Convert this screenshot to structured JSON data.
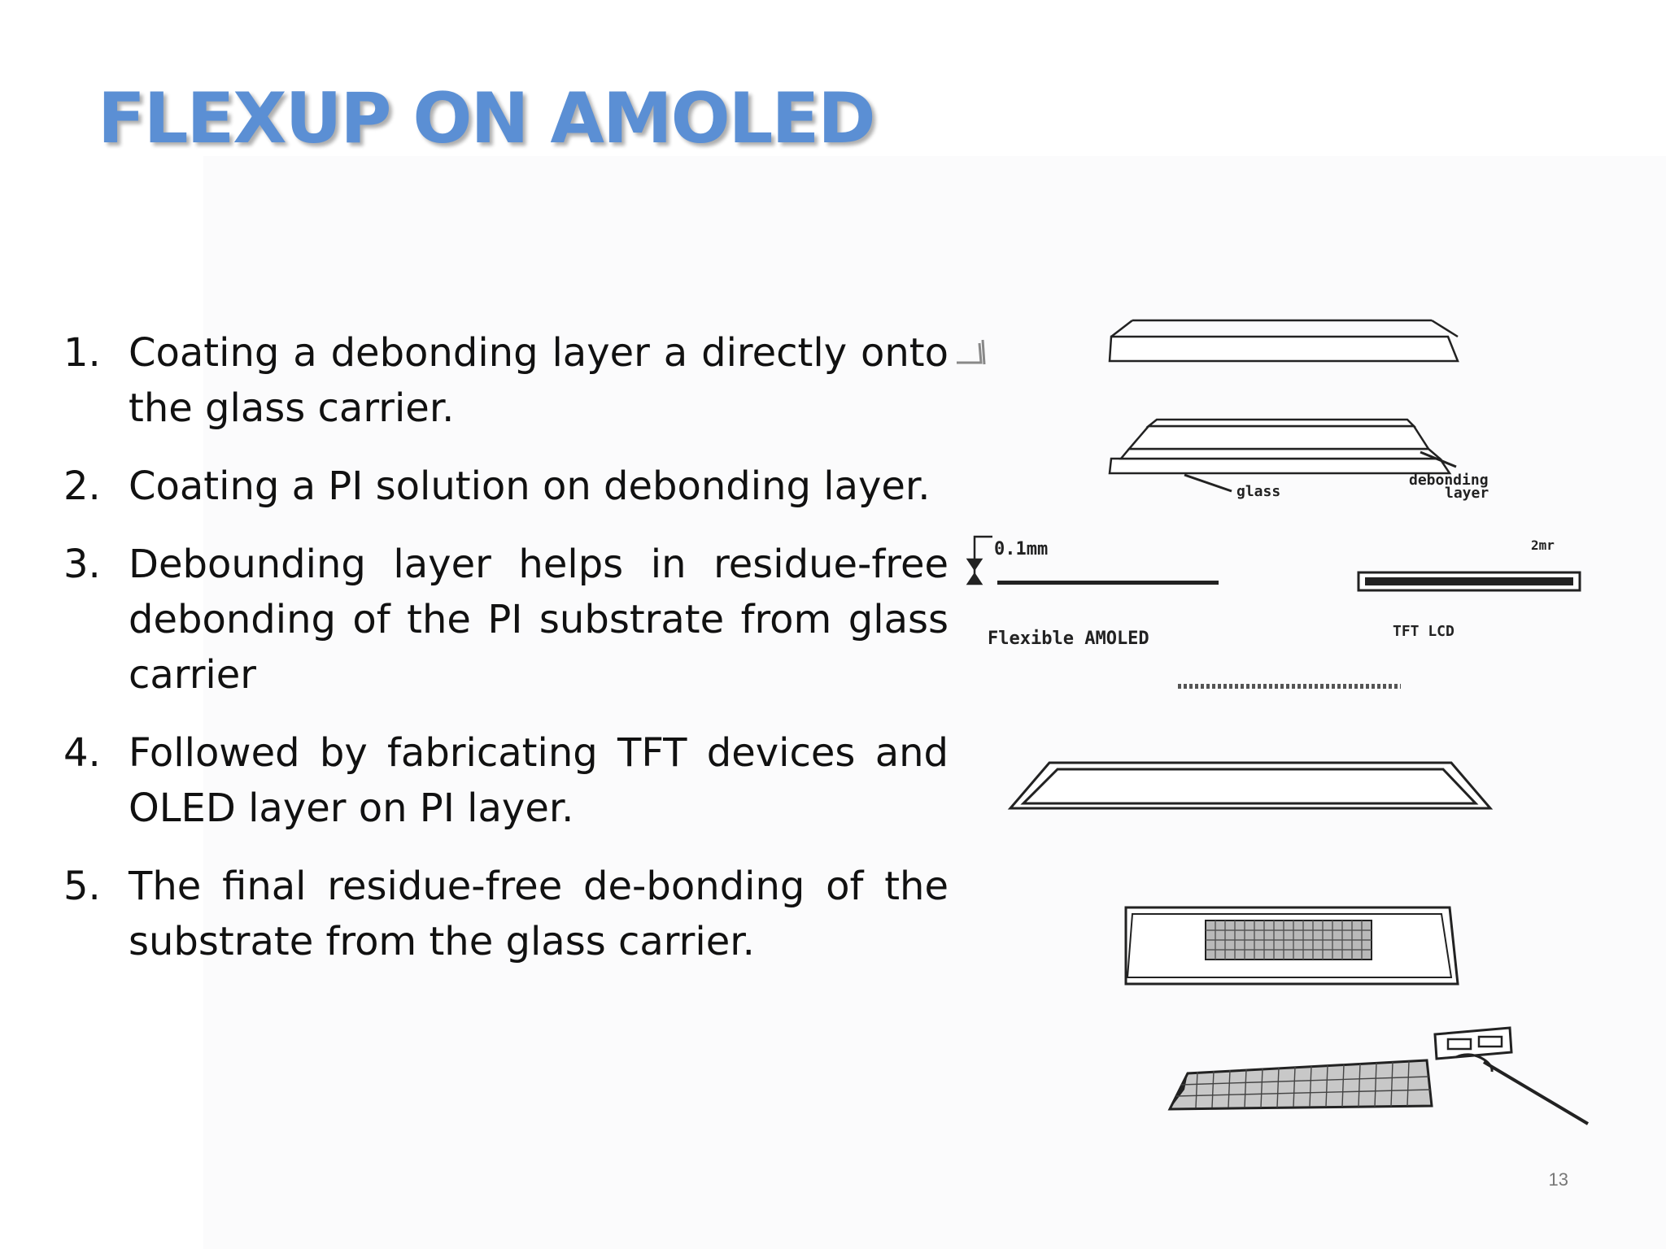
{
  "slide": {
    "title": "FLEXUP ON AMOLED",
    "page_number": "13"
  },
  "steps": [
    {
      "number": "1.",
      "text": "Coating a debonding layer a directly onto the glass carrier."
    },
    {
      "number": "2.",
      "text": "Coating a PI solution on debonding layer."
    },
    {
      "number": "3.",
      "text": "Debounding layer helps in residue-free debonding of the PI substrate from glass carrier"
    },
    {
      "number": "4.",
      "text": "Followed by fabricating TFT devices and OLED layer on PI layer."
    },
    {
      "number": "5.",
      "text": "The final residue-free de-bonding of the substrate from the glass carrier."
    }
  ],
  "diagram": {
    "label_glass": "glass",
    "label_debonding_1": "debonding",
    "label_debonding_2": "layer",
    "label_thickness": "0.1mm",
    "label_thickness_right": "2mr",
    "label_flexible": "Flexible AMOLED",
    "label_tft": "TFT LCD"
  }
}
